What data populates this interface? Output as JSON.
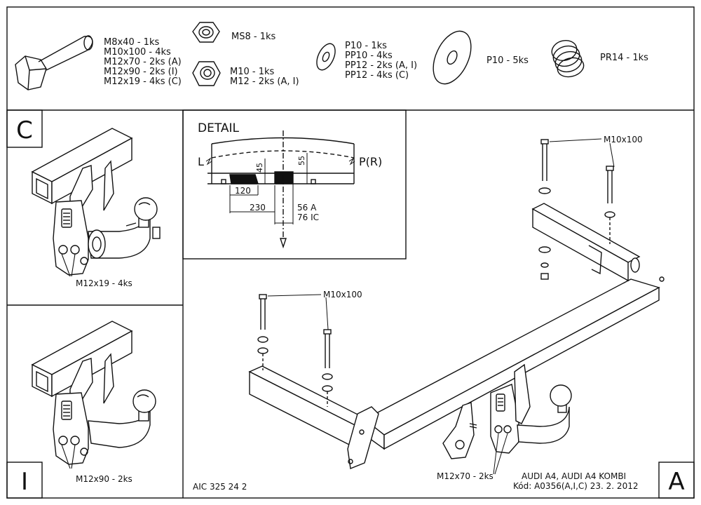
{
  "parts": {
    "bolts": [
      "M8x40 - 1ks",
      "M10x100 - 4ks",
      "M12x70 - 2ks (A)",
      "M12x90 - 2ks (I)",
      "M12x19 - 4ks (C)"
    ],
    "nuts_top": "MS8 - 1ks",
    "nuts_bottom": [
      "M10 - 1ks",
      "M12 - 2ks (A, I)"
    ],
    "washers_small": [
      "P10 - 1ks",
      "PP10 - 4ks",
      "PP12 - 2ks (A, I)",
      "PP12 - 4ks (C)"
    ],
    "washer_large": "P10 - 5ks",
    "spring": "PR14 - 1ks"
  },
  "panels": {
    "c_letter": "C",
    "c_bolt_label": "M12x19 - 4ks",
    "i_letter": "I",
    "i_bolt_label": "M12x90 - 2ks",
    "a_letter": "A"
  },
  "detail": {
    "title": "DETAIL",
    "left_label": "L",
    "right_label": "P(R)",
    "dim_45": "45",
    "dim_55": "55",
    "dim_120": "120",
    "dim_230": "230",
    "note_a": "56 A",
    "note_ic": "76 IC"
  },
  "main": {
    "bolt_label_right": "M10x100",
    "bolt_label_left": "M10x100",
    "bolt_label_bottom": "M12x70 - 2ks",
    "drawing_code": "AIC 325 24 2",
    "vehicle": "AUDI A4, AUDI A4 KOMBI",
    "code_line": "Kód: A0356(A,I,C)  23. 2. 2012"
  }
}
